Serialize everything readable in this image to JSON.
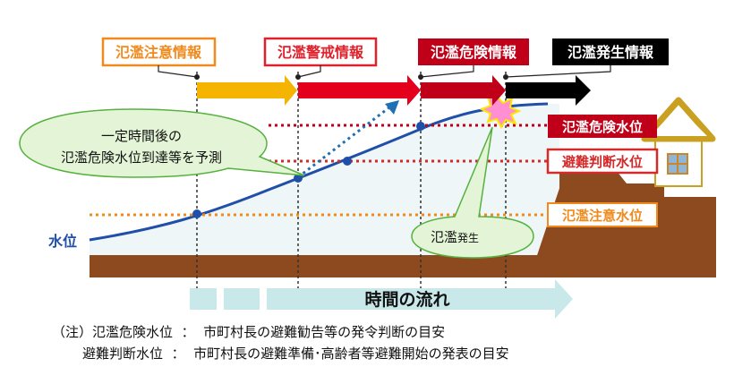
{
  "stages": [
    {
      "label": "氾濫注意情報",
      "color": "#f08a1c"
    },
    {
      "label": "氾濫警戒情報",
      "color": "#e0202a"
    },
    {
      "label": "氾濫危険情報",
      "color": "#c00018"
    },
    {
      "label": "氾濫発生情報",
      "color": "#111111"
    }
  ],
  "levels": {
    "danger": "氾濫危険水位",
    "evacuation": "避難判断水位",
    "caution": "氾濫注意水位"
  },
  "axis": {
    "water_level": "水位",
    "time_flow": "時間の流れ"
  },
  "callouts": {
    "prediction_line1": "一定時間後の",
    "prediction_line2": "氾濫危険水位到達等を予測",
    "flood": "氾濫",
    "flood_small": "発生"
  },
  "notes": {
    "line1_prefix": "（注）",
    "line1_term": "氾濫危険水位",
    "line1_sep": "：",
    "line1_desc": "市町村長の避難勧告等の発令判断の目安",
    "line2_term": "避難判断水位",
    "line2_sep": "：",
    "line2_desc": "市町村長の避難準備･高齢者等避難開始の発表の目安"
  },
  "colors": {
    "water": "#1f4fa8",
    "ground": "#8c4a1e",
    "sky": "#eef6f8",
    "arrow_yellow": "#f4b400",
    "arrow_red": "#e4001c",
    "arrow_darkred": "#c00018",
    "arrow_black": "#000000",
    "danger_box": "#c00018",
    "caution_line": "#f08a1c",
    "callout_fill": "#e3f5d6",
    "callout_stroke": "#56b13f",
    "time_arrow": "#c8e8ea"
  }
}
